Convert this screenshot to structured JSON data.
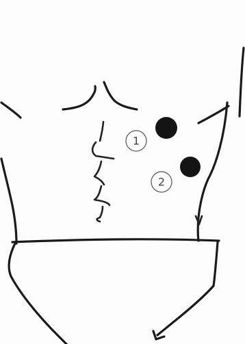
{
  "colors": {
    "background": "#fdfdfd",
    "line": "#1a1a1a",
    "point": "#141414",
    "label": "#444444"
  },
  "markers": [
    {
      "id": "point-1",
      "label": "1"
    },
    {
      "id": "point-2",
      "label": "2"
    }
  ]
}
